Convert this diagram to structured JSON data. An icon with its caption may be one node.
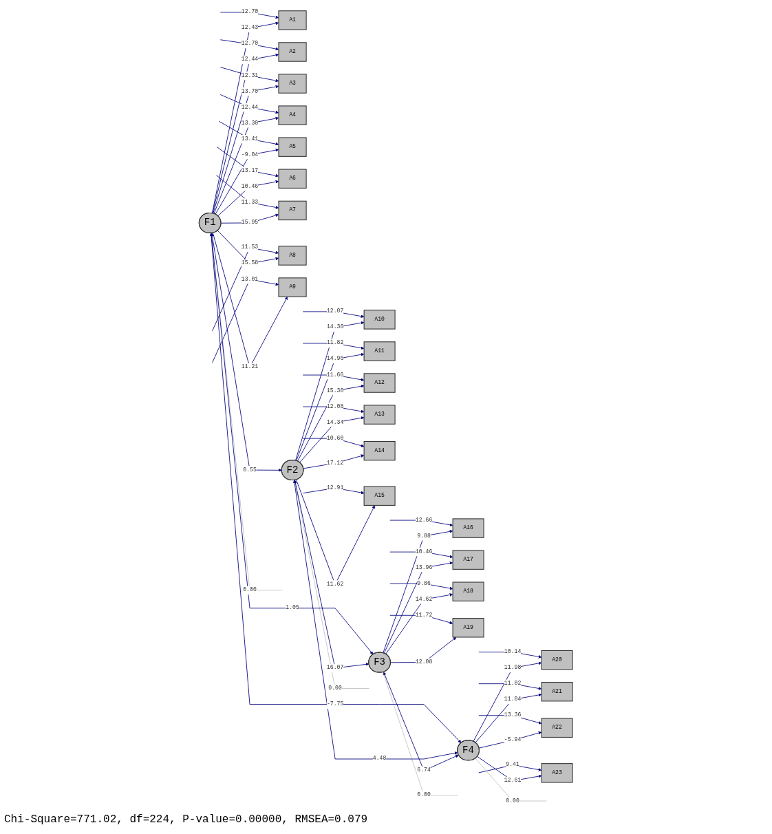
{
  "diagram": {
    "caption": "Chi-Square=771.02, df=224, P-value=0.00000, RMSEA=0.079",
    "nodes": [
      {
        "text": [
          "A1"
        ]
      },
      {
        "text": [
          "A2"
        ]
      },
      {
        "text": [
          "A3"
        ]
      },
      {
        "text": [
          "A4"
        ]
      },
      {
        "text": [
          "A5"
        ]
      },
      {
        "text": [
          "A6"
        ]
      },
      {
        "text": [
          "A7"
        ]
      },
      {
        "text": [
          "A8"
        ]
      },
      {
        "text": [
          "A9"
        ]
      },
      {
        "text": [
          "A10"
        ]
      },
      {
        "text": [
          "A11"
        ]
      },
      {
        "text": [
          "A12"
        ]
      },
      {
        "text": [
          "A13"
        ]
      },
      {
        "text": [
          "A14"
        ]
      },
      {
        "text": [
          "A15"
        ]
      },
      {
        "text": [
          "A16"
        ]
      },
      {
        "text": [
          "A17"
        ]
      },
      {
        "text": [
          "A18"
        ]
      },
      {
        "text": [
          "A19"
        ]
      },
      {
        "text": [
          "A20"
        ]
      },
      {
        "text": [
          "A21"
        ]
      },
      {
        "text": [
          "A22"
        ]
      },
      {
        "text": [
          "A23"
        ]
      },
      {
        "text": [
          "F1"
        ]
      },
      {
        "text": [
          "F2"
        ]
      },
      {
        "text": [
          "F3"
        ]
      },
      {
        "text": [
          "F4"
        ]
      }
    ],
    "edges": [
      {
        "from": null,
        "to": 0,
        "arrow": "to",
        "label": "12.70"
      },
      {
        "from": null,
        "to": 1,
        "arrow": "to",
        "label": "12.70"
      },
      {
        "from": null,
        "to": 2,
        "arrow": "to",
        "label": "12.31"
      },
      {
        "from": null,
        "to": 3,
        "arrow": "to",
        "label": "12.44"
      },
      {
        "from": null,
        "to": 4,
        "arrow": "to",
        "label": "13.41"
      },
      {
        "from": null,
        "to": 5,
        "arrow": "to",
        "label": "13.17"
      },
      {
        "from": null,
        "to": 6,
        "arrow": "to",
        "label": "11.33"
      },
      {
        "from": null,
        "to": 7,
        "arrow": "to",
        "label": "11.53"
      },
      {
        "from": null,
        "to": 8,
        "arrow": "to",
        "label": "13.01"
      },
      {
        "from": null,
        "to": 9,
        "arrow": "to",
        "label": "12.07"
      },
      {
        "from": null,
        "to": 10,
        "arrow": "to",
        "label": "11.82"
      },
      {
        "from": null,
        "to": 11,
        "arrow": "to",
        "label": "11.66"
      },
      {
        "from": null,
        "to": 12,
        "arrow": "to",
        "label": "12.08"
      },
      {
        "from": null,
        "to": 13,
        "arrow": "to",
        "label": "10.60"
      },
      {
        "from": null,
        "to": 14,
        "arrow": "to",
        "label": "12.91"
      },
      {
        "from": null,
        "to": 15,
        "arrow": "to",
        "label": "12.66"
      },
      {
        "from": null,
        "to": 16,
        "arrow": "to",
        "label": "10.46"
      },
      {
        "from": null,
        "to": 17,
        "arrow": "to",
        "label": "9.86"
      },
      {
        "from": null,
        "to": 18,
        "arrow": "to",
        "label": "11.72"
      },
      {
        "from": null,
        "to": 19,
        "arrow": "to",
        "label": "10.14"
      },
      {
        "from": null,
        "to": 20,
        "arrow": "to",
        "label": "11.02"
      },
      {
        "from": null,
        "to": 21,
        "arrow": "to",
        "label": "13.36"
      },
      {
        "from": null,
        "to": 22,
        "arrow": "to",
        "label": "9.41"
      },
      {
        "from": 23,
        "to": 0,
        "arrow": "to",
        "label": "12.43"
      },
      {
        "from": 23,
        "to": 1,
        "arrow": "to",
        "label": "12.44"
      },
      {
        "from": 23,
        "to": 2,
        "arrow": "to",
        "label": "13.70"
      },
      {
        "from": 23,
        "to": 3,
        "arrow": "to",
        "label": "13.30"
      },
      {
        "from": 23,
        "to": 4,
        "arrow": "to",
        "label": "-9.04"
      },
      {
        "from": 23,
        "to": 5,
        "arrow": "to",
        "label": "10.46"
      },
      {
        "from": 23,
        "to": 6,
        "arrow": "to",
        "label": "15.95"
      },
      {
        "from": 23,
        "to": 7,
        "arrow": "to",
        "label": "15.58"
      },
      {
        "from": 23,
        "to": 8,
        "arrow": "to",
        "label": "11.21"
      },
      {
        "from": 24,
        "to": 9,
        "arrow": "to",
        "label": "14.36"
      },
      {
        "from": 24,
        "to": 10,
        "arrow": "to",
        "label": "14.96"
      },
      {
        "from": 24,
        "to": 11,
        "arrow": "to",
        "label": "15.30"
      },
      {
        "from": 24,
        "to": 12,
        "arrow": "to",
        "label": "14.34"
      },
      {
        "from": 24,
        "to": 13,
        "arrow": "to",
        "label": "17.12"
      },
      {
        "from": 24,
        "to": 14,
        "arrow": "to",
        "label": "11.62"
      },
      {
        "from": 25,
        "to": 15,
        "arrow": "to",
        "label": "9.88"
      },
      {
        "from": 25,
        "to": 16,
        "arrow": "to",
        "label": "13.96"
      },
      {
        "from": 25,
        "to": 17,
        "arrow": "to",
        "label": "14.62"
      },
      {
        "from": 25,
        "to": 18,
        "arrow": "to",
        "label": "12.08"
      },
      {
        "from": 26,
        "to": 19,
        "arrow": "to",
        "label": "11.98"
      },
      {
        "from": 26,
        "to": 20,
        "arrow": "to",
        "label": "11.04"
      },
      {
        "from": 26,
        "to": 21,
        "arrow": "to",
        "label": "-5.94"
      },
      {
        "from": 26,
        "to": 22,
        "arrow": "to",
        "label": "12.61"
      },
      {
        "from": 23,
        "to": null,
        "arrow": "none",
        "label": "0.00",
        "color": "#c0c0c0"
      },
      {
        "from": 24,
        "to": null,
        "arrow": "none",
        "label": "0.00",
        "color": "#c0c0c0"
      },
      {
        "from": 25,
        "to": null,
        "arrow": "none",
        "label": "0.00",
        "color": "#c0c0c0"
      },
      {
        "from": 26,
        "to": null,
        "arrow": "none",
        "label": "0.00",
        "color": "#c0c0c0"
      },
      {
        "from": 23,
        "to": 24,
        "arrow": "both",
        "label": "0.55"
      },
      {
        "from": 23,
        "to": 25,
        "arrow": "both",
        "label": "1.05"
      },
      {
        "from": 24,
        "to": 25,
        "arrow": "both",
        "label": "16.07"
      },
      {
        "from": 23,
        "to": 26,
        "arrow": "both",
        "label": "-7.75"
      },
      {
        "from": 24,
        "to": 26,
        "arrow": "both",
        "label": "4.48"
      },
      {
        "from": 25,
        "to": 26,
        "arrow": "both",
        "label": "6.74"
      }
    ]
  }
}
